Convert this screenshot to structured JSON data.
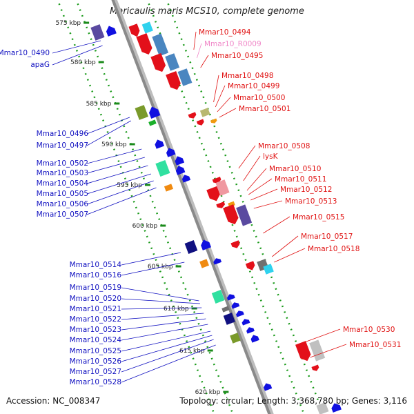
{
  "title": "Maricaulis maris MCS10, complete genome",
  "footer": {
    "accession": "Accession: NC_008347",
    "topology": "Topology: circular; Length: 3,368,780 bp; Genes: 3,116"
  },
  "scale_ticks": [
    "575 kbp",
    "580 kbp",
    "585 kbp",
    "590 kbp",
    "595 kbp",
    "600 kbp",
    "605 kbp",
    "610 kbp",
    "615 kbp",
    "620 kbp"
  ],
  "left_labels": [
    {
      "text": "Mmar10_0490",
      "color": "#1010c0"
    },
    {
      "text": "apaG",
      "color": "#1010c0"
    },
    {
      "text": "Mmar10_0496",
      "color": "#1010c0"
    },
    {
      "text": "Mmar10_0497",
      "color": "#1010c0"
    },
    {
      "text": "Mmar10_0502",
      "color": "#1010c0"
    },
    {
      "text": "Mmar10_0503",
      "color": "#1010c0"
    },
    {
      "text": "Mmar10_0504",
      "color": "#1010c0"
    },
    {
      "text": "Mmar10_0505",
      "color": "#1010c0"
    },
    {
      "text": "Mmar10_0506",
      "color": "#1010c0"
    },
    {
      "text": "Mmar10_0507",
      "color": "#1010c0"
    },
    {
      "text": "Mmar10_0514",
      "color": "#1010c0"
    },
    {
      "text": "Mmar10_0516",
      "color": "#1010c0"
    },
    {
      "text": "Mmar10_0519",
      "color": "#1010c0"
    },
    {
      "text": "Mmar10_0520",
      "color": "#1010c0"
    },
    {
      "text": "Mmar10_0521",
      "color": "#1010c0"
    },
    {
      "text": "Mmar10_0522",
      "color": "#1010c0"
    },
    {
      "text": "Mmar10_0523",
      "color": "#1010c0"
    },
    {
      "text": "Mmar10_0524",
      "color": "#1010c0"
    },
    {
      "text": "Mmar10_0525",
      "color": "#1010c0"
    },
    {
      "text": "Mmar10_0526",
      "color": "#1010c0"
    },
    {
      "text": "Mmar10_0527",
      "color": "#1010c0"
    },
    {
      "text": "Mmar10_0528",
      "color": "#1010c0"
    }
  ],
  "right_labels": [
    {
      "text": "Mmar10_0494",
      "color": "#e01010"
    },
    {
      "text": "Mmar10_R0009",
      "color": "#f088c8"
    },
    {
      "text": "Mmar10_0495",
      "color": "#e01010"
    },
    {
      "text": "Mmar10_0498",
      "color": "#e01010"
    },
    {
      "text": "Mmar10_0499",
      "color": "#e01010"
    },
    {
      "text": "Mmar10_0500",
      "color": "#e01010"
    },
    {
      "text": "Mmar10_0501",
      "color": "#e01010"
    },
    {
      "text": "Mmar10_0508",
      "color": "#e01010"
    },
    {
      "text": "lysK",
      "color": "#e01010"
    },
    {
      "text": "Mmar10_0510",
      "color": "#e01010"
    },
    {
      "text": "Mmar10_0511",
      "color": "#e01010"
    },
    {
      "text": "Mmar10_0512",
      "color": "#e01010"
    },
    {
      "text": "Mmar10_0513",
      "color": "#e01010"
    },
    {
      "text": "Mmar10_0515",
      "color": "#e01010"
    },
    {
      "text": "Mmar10_0517",
      "color": "#e01010"
    },
    {
      "text": "Mmar10_0518",
      "color": "#e01010"
    },
    {
      "text": "Mmar10_0530",
      "color": "#e01010"
    },
    {
      "text": "Mmar10_0531",
      "color": "#e01010"
    }
  ],
  "colors": {
    "backbone": "#8a8a8a",
    "forward_strand_label": "#e01010",
    "reverse_strand_label": "#1010c0",
    "rrna_label": "#f088c8",
    "tick_dots": "#1a9a1a"
  }
}
